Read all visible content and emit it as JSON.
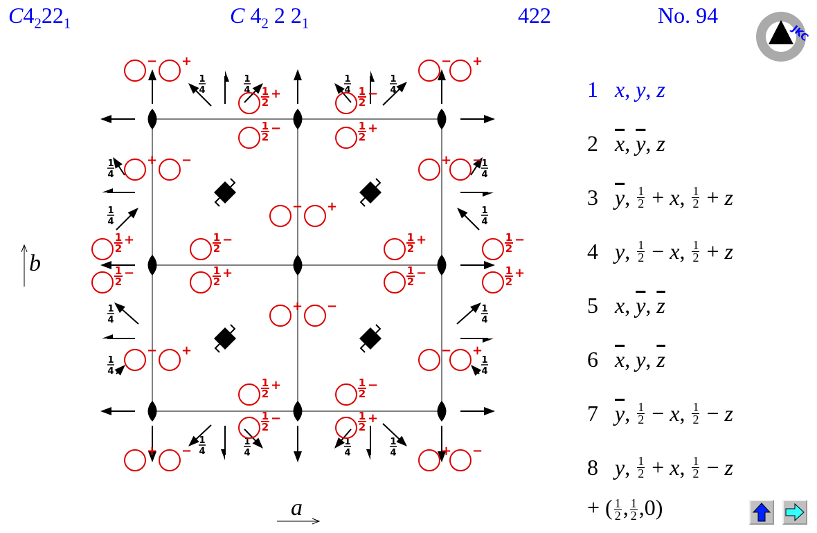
{
  "header": {
    "short_symbol": {
      "lattice": "C",
      "p1": "4",
      "p1_sub": "2",
      "p2": "22",
      "p2_sub": "1"
    },
    "full_symbol": {
      "lattice": "C",
      "p1": "4",
      "p1_sub": "2",
      "p2": "2",
      "p3": "2",
      "p3_sub": "1"
    },
    "point_group": "422",
    "number": "No. 94",
    "logo_text": "JKC"
  },
  "axes": {
    "a": "a",
    "b": "b"
  },
  "symbols": {
    "plus": "+",
    "minus": "−",
    "half_num": "1",
    "half_den": "2",
    "quarter_num": "1",
    "quarter_den": "4"
  },
  "colors": {
    "positions": "#dd0000",
    "title": "#0000ee",
    "axes": "#000000",
    "grid": "#808080"
  },
  "positions": [
    {
      "n": "1",
      "blue": true,
      "tokens": [
        {
          "v": "x",
          "it": true
        },
        {
          "v": ", "
        },
        {
          "v": "y",
          "it": true
        },
        {
          "v": ", "
        },
        {
          "v": "z",
          "it": true
        }
      ]
    },
    {
      "n": "2",
      "tokens": [
        {
          "v": "x",
          "it": true,
          "bar": true
        },
        {
          "v": ", "
        },
        {
          "v": "y",
          "it": true,
          "bar": true
        },
        {
          "v": ", "
        },
        {
          "v": "z",
          "it": true
        }
      ]
    },
    {
      "n": "3",
      "tokens": [
        {
          "v": "y",
          "it": true,
          "bar": true
        },
        {
          "v": ", "
        },
        {
          "frac": [
            "1",
            "2"
          ]
        },
        {
          "v": " + "
        },
        {
          "v": "x",
          "it": true
        },
        {
          "v": ", "
        },
        {
          "frac": [
            "1",
            "2"
          ]
        },
        {
          "v": " + "
        },
        {
          "v": "z",
          "it": true
        }
      ]
    },
    {
      "n": "4",
      "tokens": [
        {
          "v": "y",
          "it": true
        },
        {
          "v": ", "
        },
        {
          "frac": [
            "1",
            "2"
          ]
        },
        {
          "v": " − "
        },
        {
          "v": "x",
          "it": true
        },
        {
          "v": ", "
        },
        {
          "frac": [
            "1",
            "2"
          ]
        },
        {
          "v": " + "
        },
        {
          "v": "z",
          "it": true
        }
      ]
    },
    {
      "n": "5",
      "tokens": [
        {
          "v": "x",
          "it": true
        },
        {
          "v": ", "
        },
        {
          "v": "y",
          "it": true,
          "bar": true
        },
        {
          "v": ", "
        },
        {
          "v": "z",
          "it": true,
          "bar": true
        }
      ]
    },
    {
      "n": "6",
      "tokens": [
        {
          "v": "x",
          "it": true,
          "bar": true
        },
        {
          "v": ", "
        },
        {
          "v": "y",
          "it": true
        },
        {
          "v": ", "
        },
        {
          "v": "z",
          "it": true,
          "bar": true
        }
      ]
    },
    {
      "n": "7",
      "tokens": [
        {
          "v": "y",
          "it": true,
          "bar": true
        },
        {
          "v": ", "
        },
        {
          "frac": [
            "1",
            "2"
          ]
        },
        {
          "v": " − "
        },
        {
          "v": "x",
          "it": true
        },
        {
          "v": ", "
        },
        {
          "frac": [
            "1",
            "2"
          ]
        },
        {
          "v": " − "
        },
        {
          "v": "z",
          "it": true
        }
      ]
    },
    {
      "n": "8",
      "tokens": [
        {
          "v": "y",
          "it": true
        },
        {
          "v": ", "
        },
        {
          "frac": [
            "1",
            "2"
          ]
        },
        {
          "v": " + "
        },
        {
          "v": "x",
          "it": true
        },
        {
          "v": ", "
        },
        {
          "frac": [
            "1",
            "2"
          ]
        },
        {
          "v": " − "
        },
        {
          "v": "z",
          "it": true
        }
      ]
    }
  ],
  "centering": {
    "prefix": "+ (",
    "f1": [
      "1",
      "2"
    ],
    "sep": ",",
    "f2": [
      "1",
      "2"
    ],
    "suffix": ",0)"
  },
  "nav": {
    "up": "up-arrow-icon",
    "next": "right-arrow-icon"
  }
}
